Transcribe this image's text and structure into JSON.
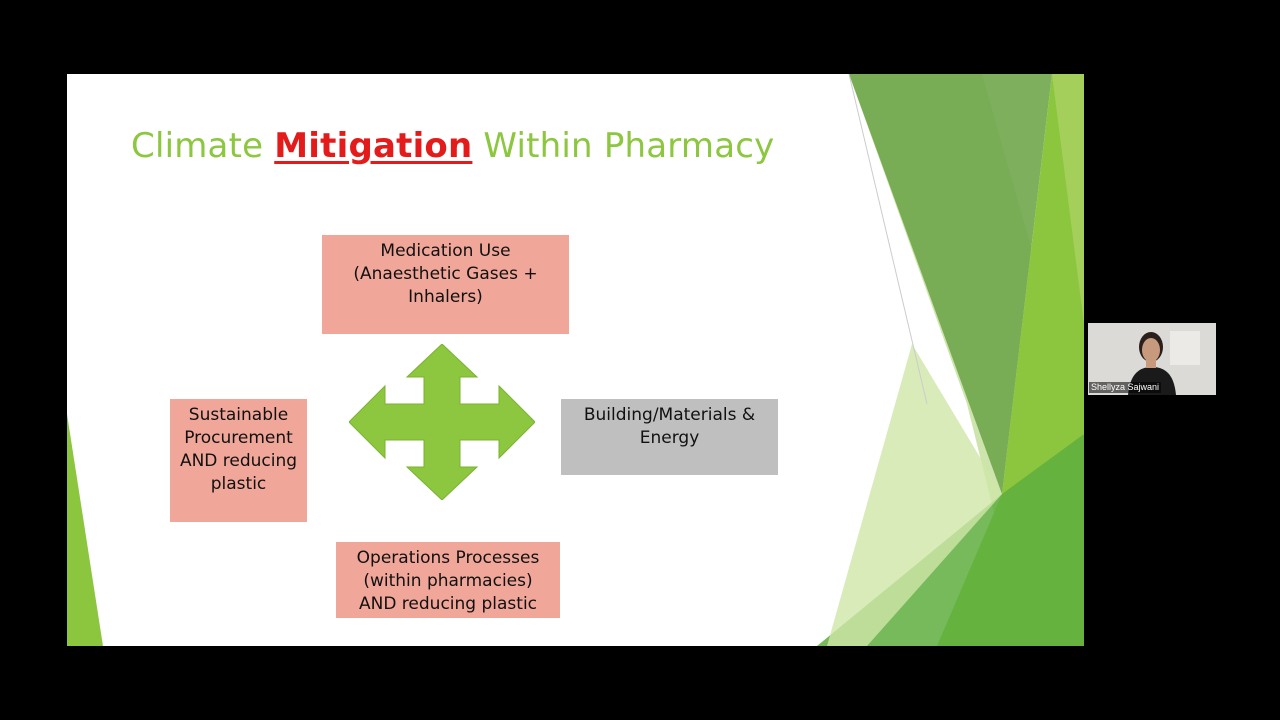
{
  "slide": {
    "title_parts": {
      "before": "Climate ",
      "emphasis": "Mitigation",
      "after": " Within Pharmacy"
    },
    "boxes": {
      "top": "Medication Use\n(Anaesthetic Gases +\nInhalers)",
      "left": "Sustainable\nProcurement\nAND reducing\nplastic",
      "right": "Building/Materials &\nEnergy",
      "bottom": "Operations Processes\n(within pharmacies)\nAND reducing plastic"
    },
    "colors": {
      "title": "#8dc63f",
      "emphasis": "#e31b1b",
      "box_pink": "#f0a699",
      "box_grey": "#bfbfbf",
      "arrow": "#8dc63f"
    }
  },
  "webcam": {
    "participant_name": "Shellyza Sajwani"
  }
}
